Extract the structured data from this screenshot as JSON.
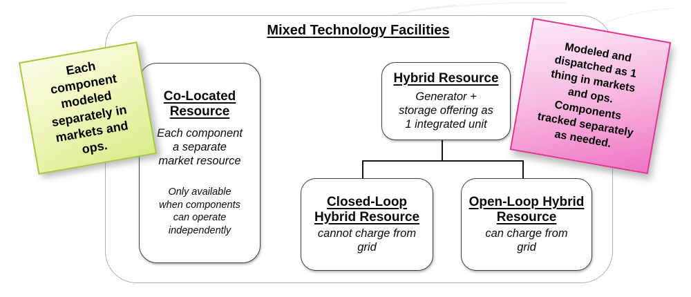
{
  "diagram": {
    "title": "Mixed Technology Facilities"
  },
  "boxes": {
    "co_located": {
      "title": "Co-Located\nResource",
      "body_primary": "Each component\na separate\nmarket resource",
      "body_secondary": "Only available\nwhen components\ncan operate\nindependently"
    },
    "hybrid": {
      "title": "Hybrid Resource",
      "body": "Generator +\nstorage offering as\n1 integrated unit"
    },
    "closed_loop": {
      "title": "Closed-Loop\nHybrid Resource",
      "body": "cannot charge from\ngrid"
    },
    "open_loop": {
      "title": "Open-Loop Hybrid\nResource",
      "body": "can charge from\ngrid"
    }
  },
  "notes": {
    "green": {
      "text": "Each\ncomponent\nmodeled\nseparately in\nmarkets and\nops.",
      "background_from": "#fbfce6",
      "background_to": "#daec8a",
      "border_color": "#a7c73c"
    },
    "pink": {
      "text": "Modeled and\ndispatched as 1\nthing in markets\nand ops.\nComponents\ntracked separately\nas needed.",
      "background_from": "#fde9f6",
      "background_to": "#ef75c3",
      "border_color": "#e5308f"
    }
  },
  "colors": {
    "box_border": "#3f3f3f",
    "outer_frame_border": "#aeaeae",
    "connector": "#141414",
    "text": "#0a0a0a"
  }
}
